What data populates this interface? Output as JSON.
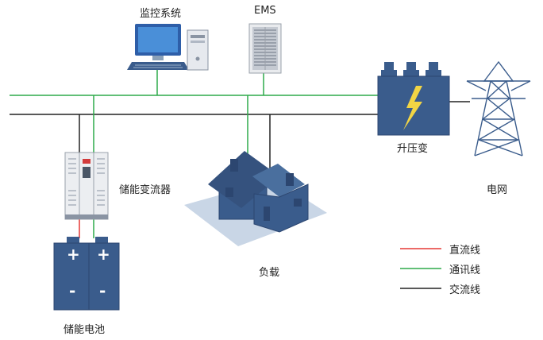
{
  "labels": {
    "monitoring": "监控系统",
    "ems": "EMS",
    "transformer": "升压变",
    "grid": "电网",
    "pcs": "储能变流器",
    "load": "负载",
    "battery": "储能电池"
  },
  "battery_signs": {
    "plus": "+",
    "minus": "-"
  },
  "legend": [
    {
      "label": "直流线",
      "color": "#e53935"
    },
    {
      "label": "通讯线",
      "color": "#2eaa4a"
    },
    {
      "label": "交流线",
      "color": "#222222"
    }
  ],
  "colors": {
    "dc_line": "#e53935",
    "comm_line": "#2eaa4a",
    "ac_line": "#222222",
    "equipment_blue": "#3a5c8c",
    "equipment_dark": "#2c4670"
  }
}
